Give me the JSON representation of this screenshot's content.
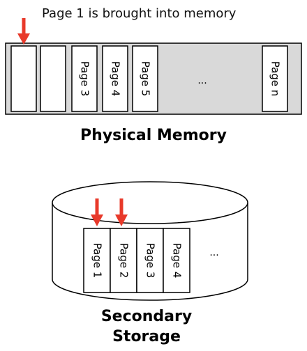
{
  "caption": "Page 1 is brought into memory",
  "physical_memory": {
    "label": "Physical Memory",
    "frames": [
      {
        "text": ""
      },
      {
        "text": ""
      },
      {
        "text": "Page 3"
      },
      {
        "text": "Page 4"
      },
      {
        "text": "Page 5"
      },
      {
        "text": "..."
      },
      {
        "text": "Page n"
      }
    ]
  },
  "secondary_storage": {
    "label_line1": "Secondary",
    "label_line2": "Storage",
    "pages": [
      {
        "text": "Page 1"
      },
      {
        "text": "Page 2"
      },
      {
        "text": "Page 3"
      },
      {
        "text": "Page 4"
      },
      {
        "text": "..."
      }
    ]
  },
  "colors": {
    "memory_fill": "#d9d9d9",
    "arrow": "#e8392a",
    "stroke": "#000000",
    "frame_fill": "#ffffff"
  }
}
